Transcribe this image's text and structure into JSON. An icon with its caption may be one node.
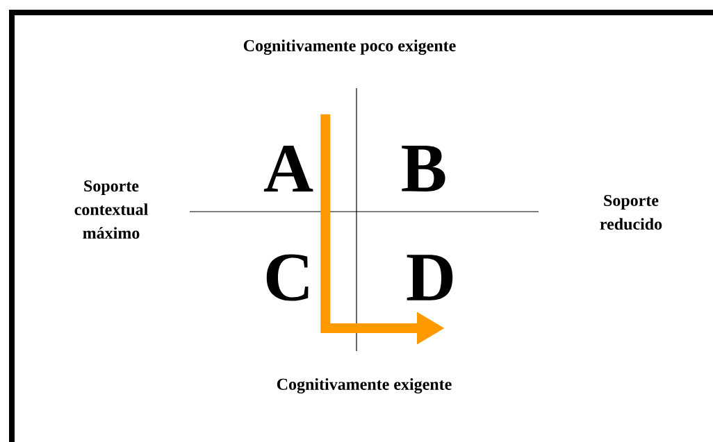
{
  "diagram": {
    "nodes": [
      {
        "text": [
          "A"
        ]
      },
      {
        "text": [
          "B"
        ]
      },
      {
        "text": [
          "C"
        ]
      },
      {
        "text": [
          "D"
        ]
      }
    ],
    "edges": [
      {
        "from": 0,
        "to": 3,
        "arrow": "to",
        "color": "#ff9900"
      }
    ],
    "labels": [
      "Cognitivamente poco exigente",
      "Soporte contextual máximo",
      "Soporte reducido",
      "Cognitivamente exigente"
    ]
  }
}
